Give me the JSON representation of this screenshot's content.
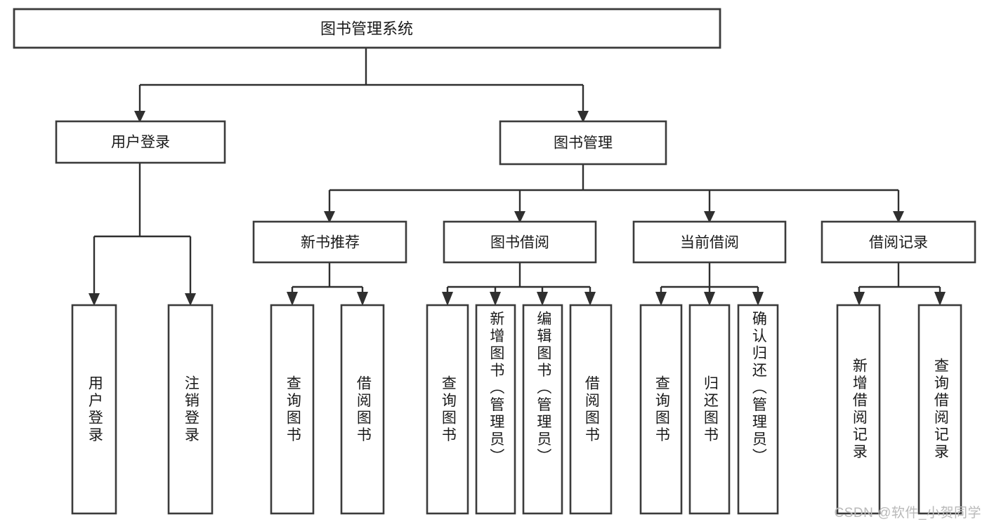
{
  "diagram": {
    "title": "图书管理系统",
    "type": "tree-hierarchy-chart",
    "orientation": "top-down",
    "colors": {
      "box_stroke": "#3b3b3b",
      "box_fill": "#ffffff",
      "edge": "#2f2f2f",
      "text": "#1a1a1a",
      "watermark": "#b9b9b9",
      "background": "#ffffff"
    },
    "root": {
      "label": "图书管理系统"
    },
    "level1": [
      {
        "label": "用户登录"
      },
      {
        "label": "图书管理"
      }
    ],
    "level2": [
      {
        "label": "新书推荐"
      },
      {
        "label": "图书借阅"
      },
      {
        "label": "当前借阅"
      },
      {
        "label": "借阅记录"
      }
    ],
    "leaves": {
      "user_login": [
        {
          "label": "用户登录"
        },
        {
          "label": "注销登录"
        }
      ],
      "new_book_recommend": [
        {
          "label": "查询图书"
        },
        {
          "label": "借阅图书"
        }
      ],
      "book_borrow": [
        {
          "label": "查询图书"
        },
        {
          "label": "新增图书（管理员）"
        },
        {
          "label": "编辑图书（管理员）"
        },
        {
          "label": "借阅图书"
        }
      ],
      "current_borrow": [
        {
          "label": "查询图书"
        },
        {
          "label": "归还图书"
        },
        {
          "label": "确认归还（管理员）"
        }
      ],
      "borrow_record": [
        {
          "label": "新增借阅记录"
        },
        {
          "label": "查询借阅记录"
        }
      ]
    }
  },
  "watermark": {
    "text": "CSDN @软件_小贺同学"
  }
}
